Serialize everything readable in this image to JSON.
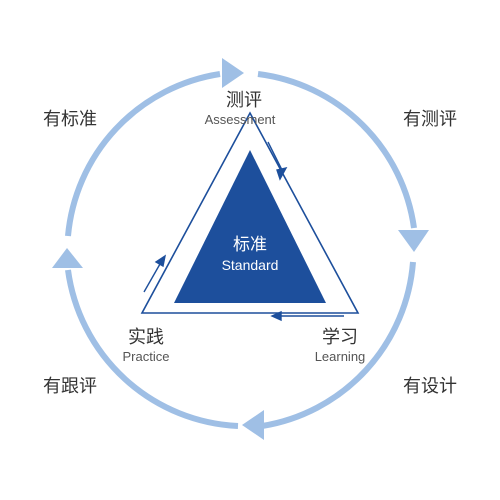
{
  "colors": {
    "cycle": "#9fbfe5",
    "triangle": "#1d4f9c",
    "dark_text": "#333333"
  },
  "center": {
    "cn": "标准",
    "en": "Standard"
  },
  "nodes": {
    "assessment": {
      "cn": "测评",
      "en": "Assessment"
    },
    "learning": {
      "cn": "学习",
      "en": "Learning"
    },
    "practice": {
      "cn": "实践",
      "en": "Practice"
    }
  },
  "cycle_labels": {
    "top_left": "有标准",
    "top_right": "有测评",
    "bottom_right": "有设计",
    "bottom_left": "有跟评"
  }
}
